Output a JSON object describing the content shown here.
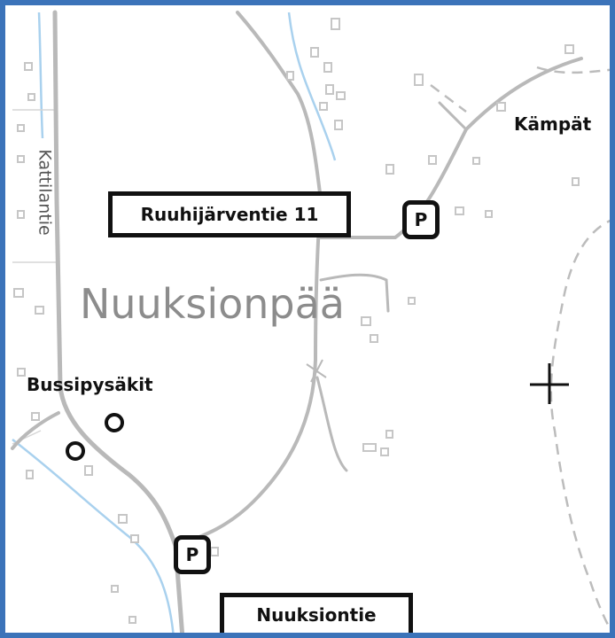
{
  "map": {
    "labels": {
      "street_kattilantie": "Kattilantie",
      "village": "Nuuksionpää",
      "kampat": "Kämpät",
      "bus_stops": "Bussipysäkit"
    },
    "boxes": {
      "address": "Ruuhijärventie 11",
      "road": "Nuuksiontie"
    },
    "parking": [
      "P",
      "P"
    ],
    "colors": {
      "frame": "#3b73b9",
      "road": "#b9b9b9",
      "water": "#a9d1ee",
      "text": "#111111"
    }
  }
}
